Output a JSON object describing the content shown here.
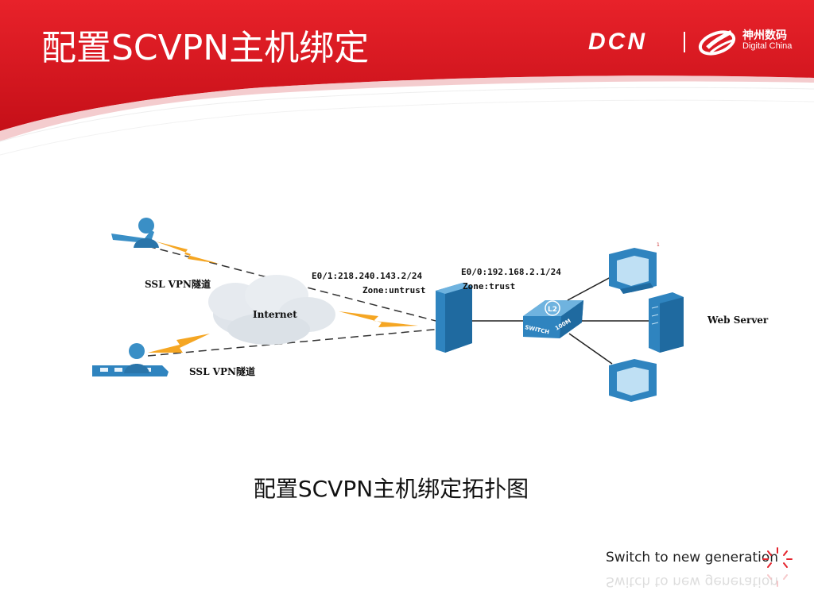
{
  "slide": {
    "title": "配置SCVPN主机绑定",
    "caption": "配置SCVPN主机绑定拓扑图",
    "slogan": "Switch to new generation"
  },
  "logo": {
    "brand": "DCN",
    "company_cn": "神州数码",
    "company_en": "Digital China"
  },
  "diagram": {
    "tunnel_label_top": "SSL VPN隧道",
    "tunnel_label_bottom": "SSL VPN隧道",
    "cloud_label": "Internet",
    "untrust_interface": "E0/1:218.240.143.2/24",
    "untrust_zone": "Zone:untrust",
    "trust_interface": "E0/0:192.168.2.1/24",
    "trust_zone": "Zone:trust",
    "switch_badge": "L2",
    "switch_label_left": "SWITCH",
    "switch_label_right": "100M",
    "server_label": "Web Server"
  },
  "colors": {
    "banner_red": "#d7141c",
    "lightning": "#f5a623",
    "device_blue": "#2f84bf",
    "accent_burst": "#e4232c"
  },
  "icons": [
    "plane-icon",
    "train-icon",
    "user-icon",
    "cloud-icon",
    "firewall-icon",
    "switch-icon",
    "pc-icon",
    "server-icon"
  ]
}
